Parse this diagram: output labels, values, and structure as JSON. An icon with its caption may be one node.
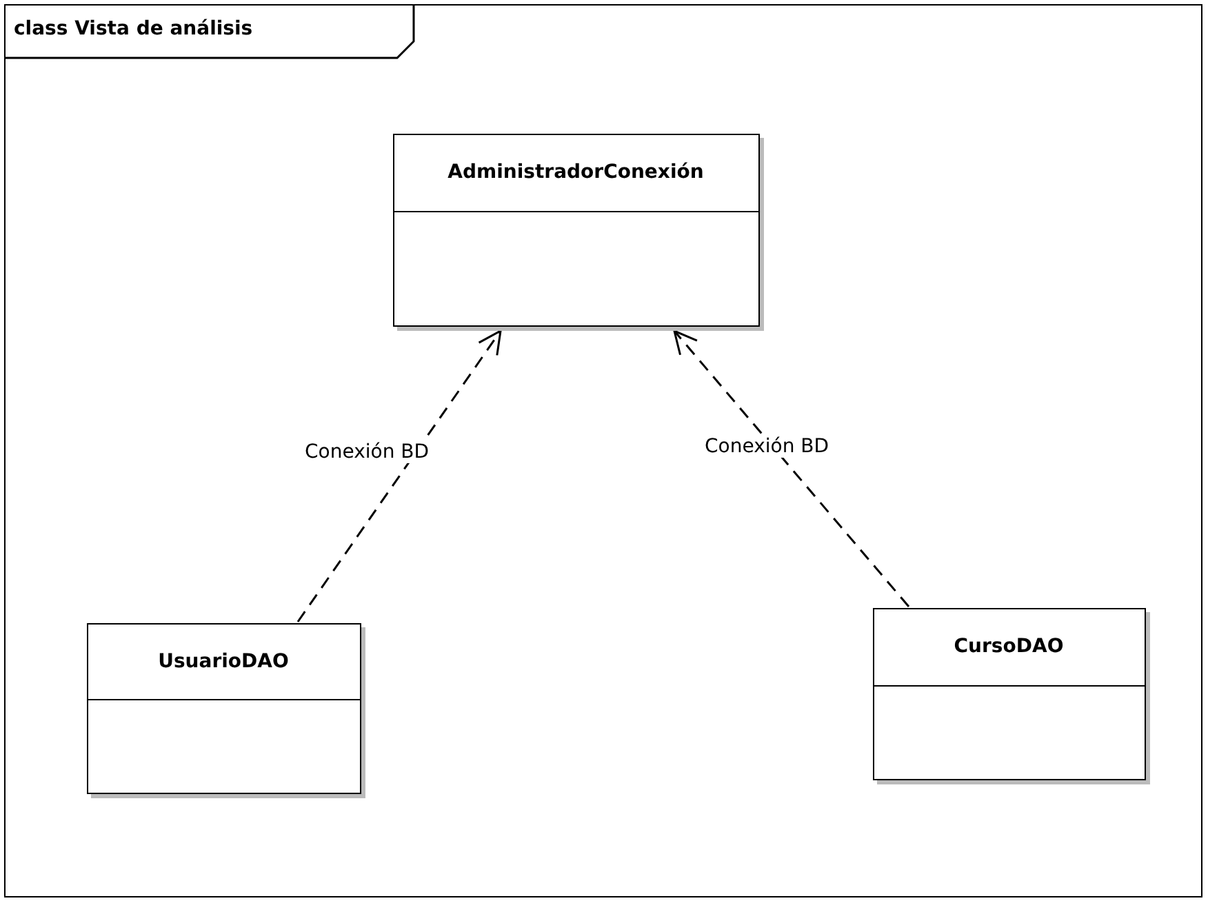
{
  "diagram": {
    "nodes": [
      {
        "text": [
          "class Vista de análisis"
        ]
      },
      {
        "text": [
          "AdministradorConexión"
        ],
        "in": 0
      },
      {
        "text": [
          "UsuarioDAO"
        ],
        "in": 0
      },
      {
        "text": [
          "CursoDAO"
        ],
        "in": 0
      }
    ],
    "edges": [
      {
        "from": 2,
        "to": 1,
        "arrow": "to",
        "label": "Conexión BD",
        "style": "dashed"
      },
      {
        "from": 3,
        "to": 1,
        "arrow": "to",
        "label": "Conexión BD",
        "style": "dashed"
      }
    ]
  }
}
